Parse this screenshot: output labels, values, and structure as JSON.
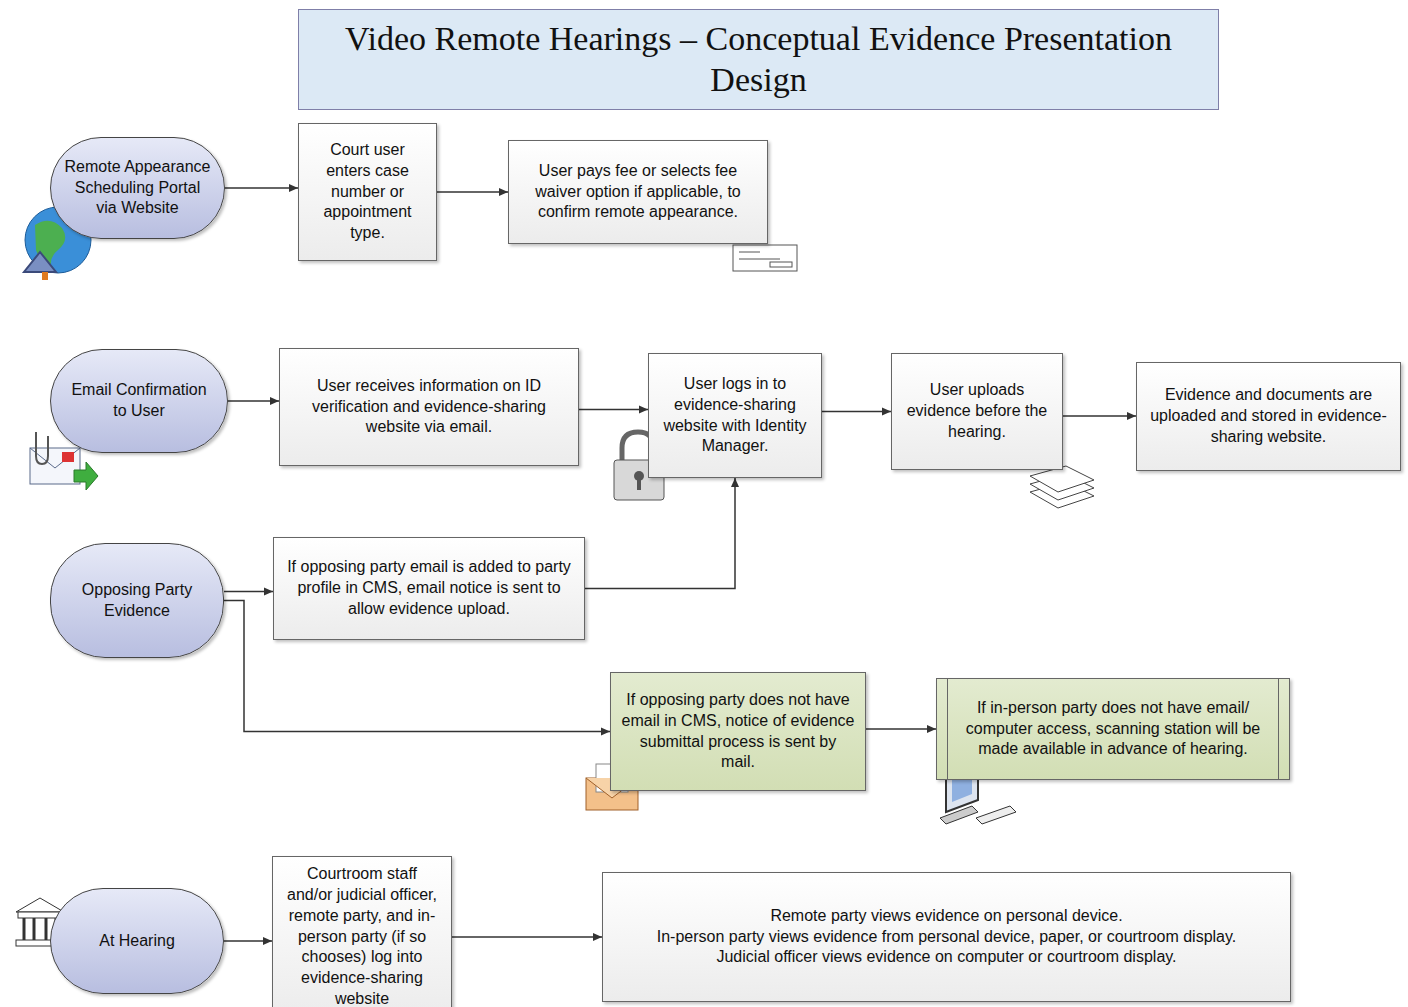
{
  "diagram": {
    "title": "Video Remote Hearings – Conceptual Evidence Presentation Design",
    "nodes": [
      {
        "text": [
          "Remote Appearance Scheduling Portal via Website"
        ]
      },
      {
        "text": [
          "Court user enters case number or appointment type."
        ]
      },
      {
        "text": [
          "User pays fee or selects fee waiver option if applicable, to confirm remote appearance."
        ]
      },
      {
        "text": [
          "Email Confirmation to User"
        ]
      },
      {
        "text": [
          "User receives information on ID verification and evidence-sharing website via email."
        ]
      },
      {
        "text": [
          "User logs in to evidence-sharing website with Identity Manager."
        ]
      },
      {
        "text": [
          "User uploads evidence before the hearing."
        ]
      },
      {
        "text": [
          "Evidence and documents are uploaded and stored in evidence-sharing website."
        ]
      },
      {
        "text": [
          "Opposing Party Evidence"
        ]
      },
      {
        "text": [
          "If opposing party email is added to party profile in CMS, email notice is sent to allow evidence upload."
        ]
      },
      {
        "text": [
          "If opposing party does not have email in CMS, notice of evidence submittal process is sent by mail."
        ]
      },
      {
        "text": [
          "If in-person party does not have email/ computer access, scanning station will be made available in advance of hearing."
        ]
      },
      {
        "text": [
          "At Hearing"
        ]
      },
      {
        "text": [
          "Courtroom staff and/or judicial officer, remote party, and in-person party (if so chooses) log into evidence-sharing website"
        ]
      },
      {
        "text": [
          "Remote party views evidence on personal device.",
          "In-person party views evidence from personal device, paper, or courtroom display.",
          "Judicial officer views evidence on computer or courtroom display."
        ]
      }
    ],
    "edges": [
      {
        "from": 0,
        "to": 1,
        "arrow": "to"
      },
      {
        "from": 1,
        "to": 2,
        "arrow": "to"
      },
      {
        "from": 3,
        "to": 4,
        "arrow": "to"
      },
      {
        "from": 4,
        "to": 5,
        "arrow": "to"
      },
      {
        "from": 5,
        "to": 6,
        "arrow": "to"
      },
      {
        "from": 6,
        "to": 7,
        "arrow": "to"
      },
      {
        "from": 8,
        "to": 9,
        "arrow": "to"
      },
      {
        "from": 9,
        "to": 5,
        "arrow": "to"
      },
      {
        "from": 8,
        "to": 10,
        "arrow": "to"
      },
      {
        "from": 10,
        "to": 11,
        "arrow": "to"
      },
      {
        "from": 12,
        "to": 13,
        "arrow": "to"
      },
      {
        "from": 13,
        "to": 14,
        "arrow": "to"
      }
    ]
  }
}
